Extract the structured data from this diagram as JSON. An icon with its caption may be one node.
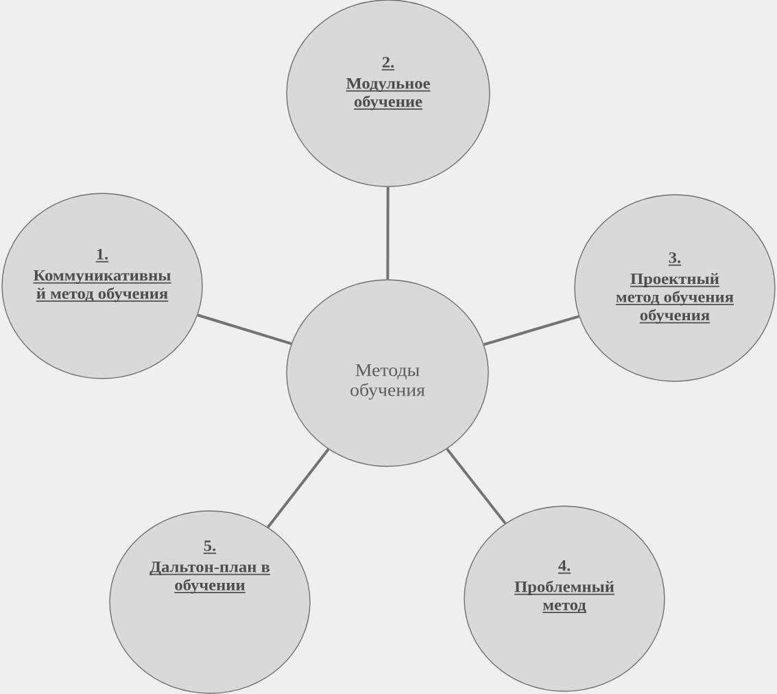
{
  "diagram": {
    "nodes": [
      {
        "text": [
          "2.",
          "Модульное обучение"
        ]
      },
      {
        "text": [
          "1.",
          "Коммуникативны й метод обучения"
        ]
      },
      {
        "text": [
          "3.",
          "Проектный метод обучения обучения"
        ]
      },
      {
        "text": [
          "Методы обучения"
        ]
      },
      {
        "text": [
          "5.",
          "Дальтон-план в обучении"
        ]
      },
      {
        "text": [
          "4.",
          "Проблемный метод"
        ]
      }
    ],
    "edges": [
      {
        "from": 3,
        "to": 1,
        "arrow": "none"
      },
      {
        "from": 3,
        "to": 0,
        "arrow": "none"
      },
      {
        "from": 3,
        "to": 2,
        "arrow": "none"
      },
      {
        "from": 3,
        "to": 5,
        "arrow": "none"
      },
      {
        "from": 3,
        "to": 4,
        "arrow": "none"
      }
    ]
  }
}
